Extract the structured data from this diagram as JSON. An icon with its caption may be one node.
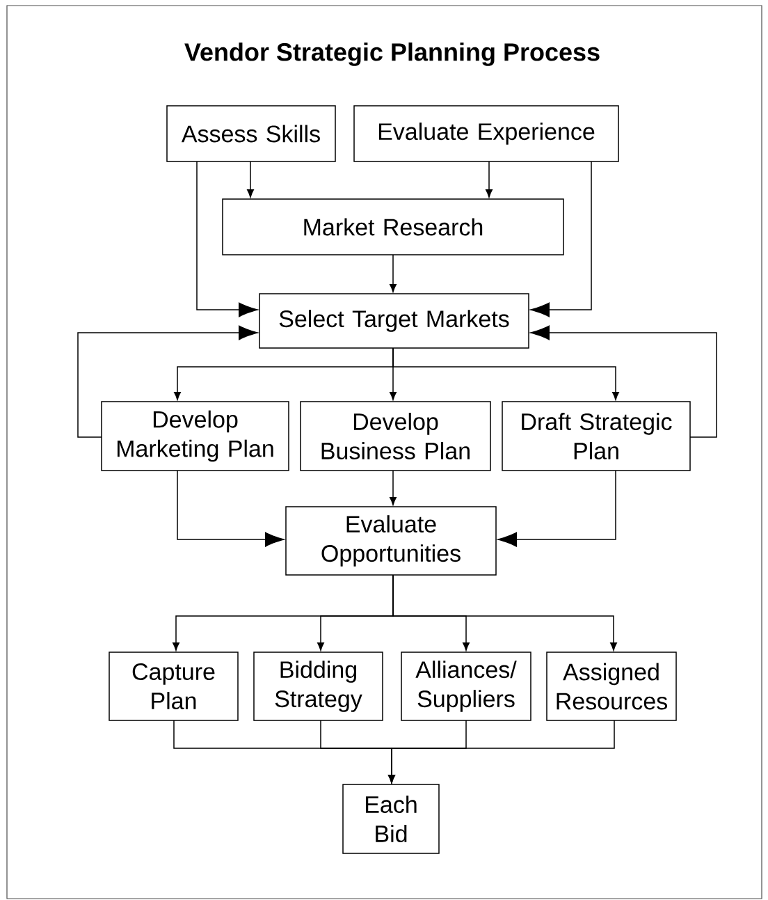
{
  "diagram": {
    "title": "Vendor Strategic Planning Process",
    "nodes": [
      {
        "text": [
          "Assess Skills"
        ]
      },
      {
        "text": [
          "Evaluate Experience"
        ]
      },
      {
        "text": [
          "Market Research"
        ]
      },
      {
        "text": [
          "Select Target Markets"
        ]
      },
      {
        "text": [
          "Develop Marketing Plan"
        ]
      },
      {
        "text": [
          "Develop Business Plan"
        ]
      },
      {
        "text": [
          "Draft Strategic Plan"
        ]
      },
      {
        "text": [
          "Evaluate Opportunities"
        ]
      },
      {
        "text": [
          "Capture Plan"
        ]
      },
      {
        "text": [
          "Bidding Strategy"
        ]
      },
      {
        "text": [
          "Alliances/ Suppliers"
        ]
      },
      {
        "text": [
          "Assigned Resources"
        ]
      },
      {
        "text": [
          "Each Bid"
        ]
      }
    ],
    "edges": [
      {
        "from": 0,
        "to": 2,
        "arrow": "to"
      },
      {
        "from": 1,
        "to": 2,
        "arrow": "to"
      },
      {
        "from": 0,
        "to": 3,
        "arrow": "to"
      },
      {
        "from": 1,
        "to": 3,
        "arrow": "to"
      },
      {
        "from": 2,
        "to": 3,
        "arrow": "to"
      },
      {
        "from": 4,
        "to": 3,
        "arrow": "to"
      },
      {
        "from": 6,
        "to": 3,
        "arrow": "to"
      },
      {
        "from": 3,
        "to": 4,
        "arrow": "to"
      },
      {
        "from": 3,
        "to": 5,
        "arrow": "to"
      },
      {
        "from": 3,
        "to": 6,
        "arrow": "to"
      },
      {
        "from": 4,
        "to": 7,
        "arrow": "to"
      },
      {
        "from": 5,
        "to": 7,
        "arrow": "to"
      },
      {
        "from": 6,
        "to": 7,
        "arrow": "to"
      },
      {
        "from": 7,
        "to": 8,
        "arrow": "to"
      },
      {
        "from": 7,
        "to": 9,
        "arrow": "to"
      },
      {
        "from": 7,
        "to": 10,
        "arrow": "to"
      },
      {
        "from": 7,
        "to": 11,
        "arrow": "to"
      },
      {
        "from": 8,
        "to": 12,
        "arrow": "to"
      },
      {
        "from": 9,
        "to": 12,
        "arrow": "to"
      },
      {
        "from": 10,
        "to": 12,
        "arrow": "to"
      },
      {
        "from": 11,
        "to": 12,
        "arrow": "to"
      }
    ]
  }
}
